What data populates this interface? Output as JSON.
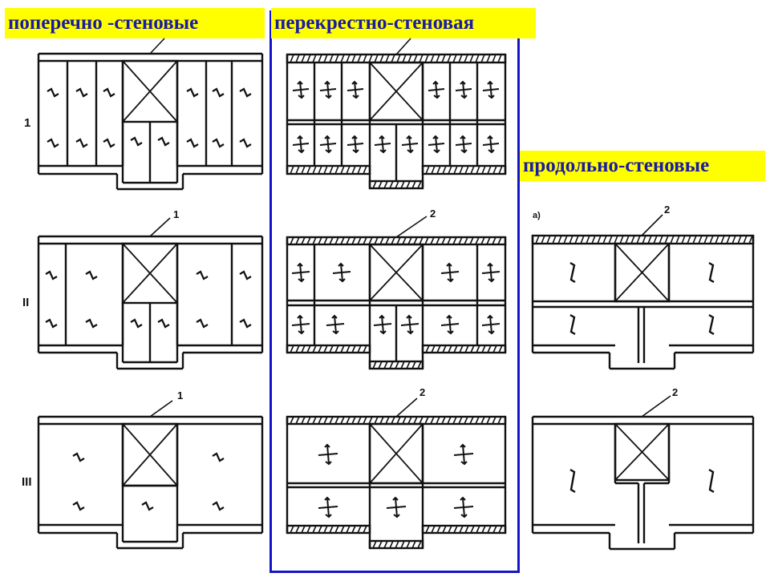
{
  "labels": {
    "transverse": "поперечно -стеновые",
    "cross": "перекрестно-стеновая",
    "longitudinal": "продольно-стеновые"
  },
  "row_markers": [
    "1",
    "II",
    "III"
  ],
  "callouts": {
    "t1": "",
    "t2": "1",
    "t3": "1",
    "c1": "",
    "c2": "2",
    "c3": "2",
    "l_variant": "а)",
    "l2": "2",
    "l3": "2"
  },
  "colors": {
    "label_bg": "#ffff00",
    "label_text": "#1a1aa6",
    "frame": "#1414c8",
    "ink": "#111111"
  },
  "symbols": {
    "transverse_span": "transverse-span-arrow-icon",
    "two_way_span": "two-way-span-arrow-icon",
    "longitudinal_span": "longitudinal-span-arrow-icon",
    "stair_cell": "stair-cross-icon"
  }
}
